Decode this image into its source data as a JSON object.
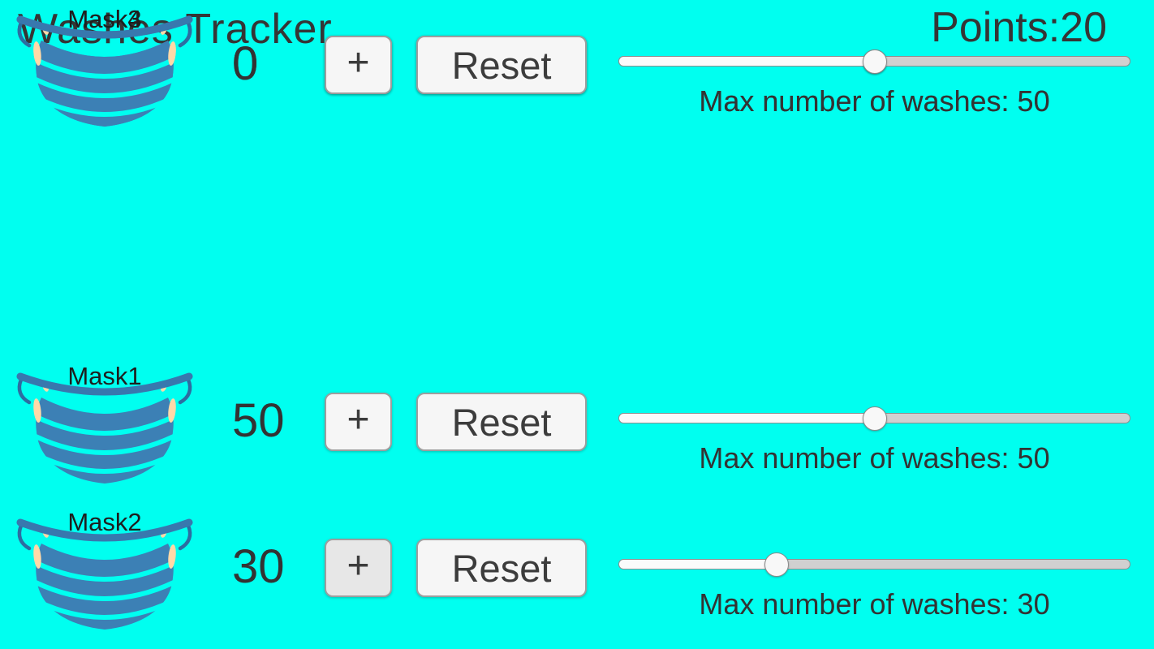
{
  "header": {
    "title": "Washes Tracker",
    "points_label": "Points:",
    "points_value": "20"
  },
  "masks": [
    {
      "name": "Mask1",
      "washes": "50",
      "plus_label": "+",
      "reset_label": "Reset",
      "max_text": "Max number of washes: 50",
      "slider_value": 50
    },
    {
      "name": "Mask2",
      "washes": "30",
      "plus_label": "+",
      "reset_label": "Reset",
      "max_text": "Max number of washes: 30",
      "slider_value": 30
    },
    {
      "name": "Mask3",
      "washes": "0",
      "plus_label": "+",
      "reset_label": "Reset",
      "max_text": "Max number of washes: 50",
      "slider_value": 50
    },
    {
      "name": "Mask4",
      "washes": "0",
      "plus_label": "+",
      "reset_label": "Reset",
      "max_text": "Max number of washes: 50",
      "slider_value": 50
    }
  ],
  "colors": {
    "background": "#00FFF0",
    "text": "#333333",
    "mask_body": "#3C80B5",
    "mask_band": "#3878AE",
    "mask_strap": "#2D6DA1",
    "mask_skin": "#FFD9A8",
    "button_bg": "#F6F6F6",
    "button_active_bg": "#E7E7E7",
    "slider_fill": "#FBFBFB",
    "slider_track": "#D0D0D0"
  }
}
